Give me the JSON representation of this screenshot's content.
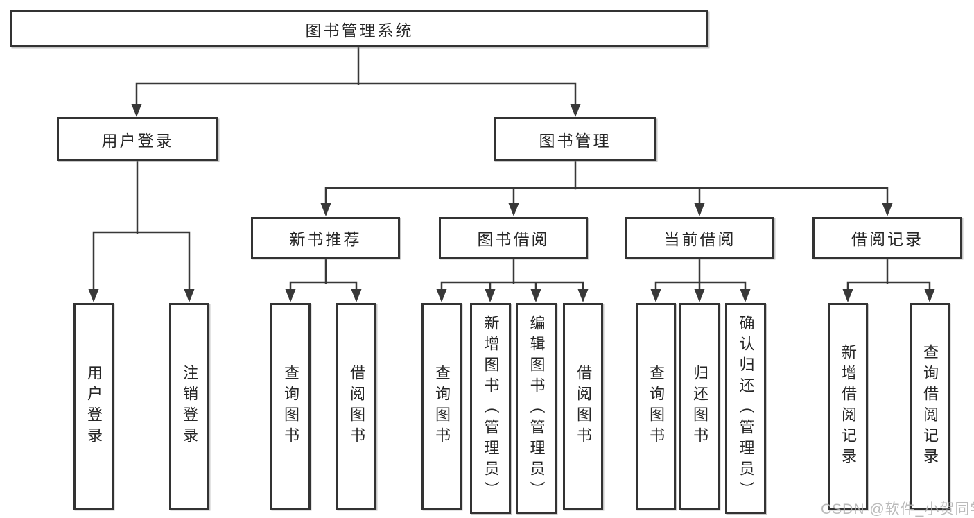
{
  "diagram_type": "hierarchy-tree",
  "tree": {
    "label": "图书管理系统",
    "children": [
      {
        "label": "用户登录",
        "children": [
          {
            "label": "用户登录"
          },
          {
            "label": "注销登录"
          }
        ]
      },
      {
        "label": "图书管理",
        "children": [
          {
            "label": "新书推荐",
            "children": [
              {
                "label": "查询图书"
              },
              {
                "label": "借阅图书"
              }
            ]
          },
          {
            "label": "图书借阅",
            "children": [
              {
                "label": "查询图书"
              },
              {
                "label": "新增图书（管理员）"
              },
              {
                "label": "编辑图书（管理员）"
              },
              {
                "label": "借阅图书"
              }
            ]
          },
          {
            "label": "当前借阅",
            "children": [
              {
                "label": "查询图书"
              },
              {
                "label": "归还图书"
              },
              {
                "label": "确认归还（管理员）"
              }
            ]
          },
          {
            "label": "借阅记录",
            "children": [
              {
                "label": "新增借阅记录"
              },
              {
                "label": "查询借阅记录"
              }
            ]
          }
        ]
      }
    ]
  },
  "watermark": "CSDN @软件_小贺同学",
  "colors": {
    "line": "#383838",
    "box_border": "#333333",
    "box_fill": "#ffffff",
    "text": "#262626",
    "watermark": "#b3b3b3",
    "background": "#ffffff"
  }
}
